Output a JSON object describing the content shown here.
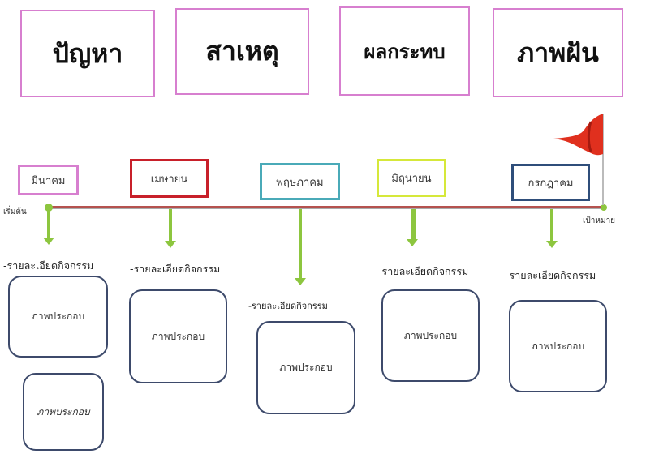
{
  "headers": [
    "ปัญหา",
    "สาเหตุ",
    "ผลกระทบ",
    "ภาพฝัน"
  ],
  "timeline": {
    "start_label": "เริ่มต้น",
    "end_label": "เป้าหมาย"
  },
  "months": [
    "มีนาคม",
    "เมษายน",
    "พฤษภาคม",
    "มิถุนายน",
    "กรกฎาคม"
  ],
  "detail_label": "-รายละเอียดกิจกรรม",
  "image_label": "ภาพประกอบ",
  "colors": {
    "month_borders": [
      "#d77fcf",
      "#c8202a",
      "#4aaab8",
      "#d6e83a",
      "#2f4e7a"
    ],
    "arrow": "#8dc63f",
    "line": "#b5524f"
  }
}
